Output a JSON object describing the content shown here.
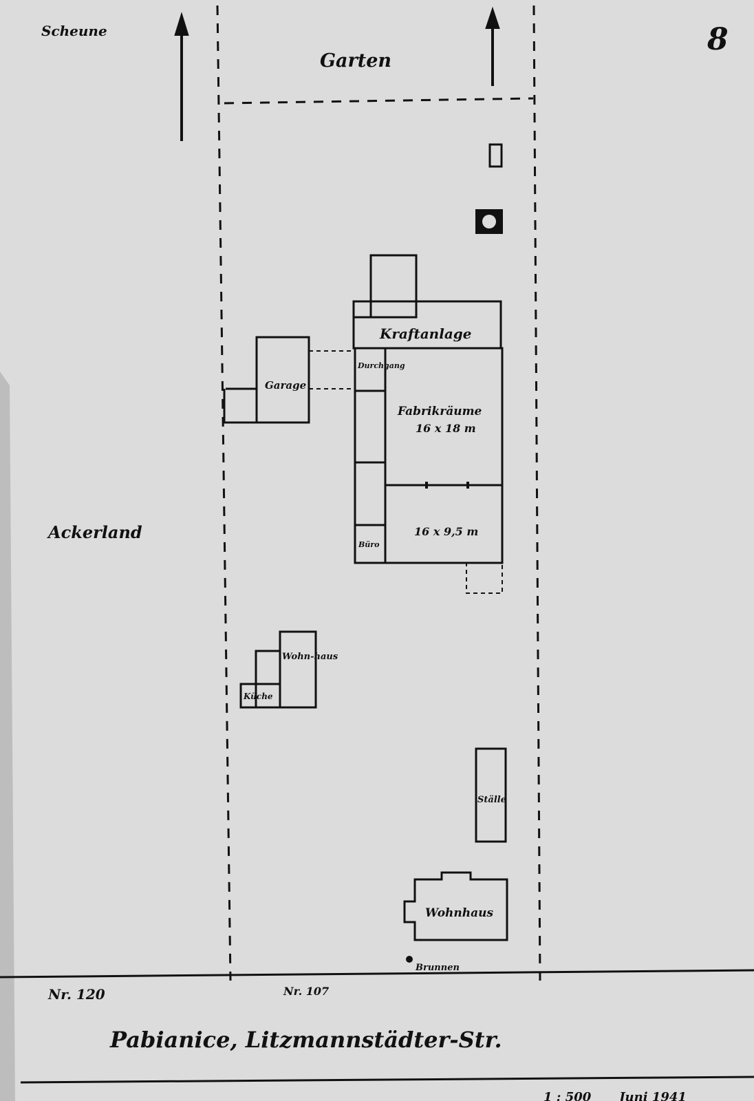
{
  "page_number": "8",
  "labels": {
    "top_left": "Scheune",
    "garden": "Garten",
    "power_plant": "Kraftanlage",
    "garage": "Garage",
    "gateway": "Durchgang",
    "factory_upper": "Fabrikräume",
    "factory_upper_dim": "16 x 18 m",
    "factory_lower_dim": "16 x 9,5 m",
    "office": "Büro",
    "field": "Ackerland",
    "house_small": "Wohn-haus",
    "kitchen": "Küche",
    "stable": "Ställe",
    "house_main": "Wohnhaus",
    "well": "Brunnen",
    "lot_left": "Nr. 120",
    "lot_right": "Nr. 107",
    "location": "Pabianice, Litzmannstädter-Str.",
    "scale": "1 : 500",
    "date": "Juni 1941"
  },
  "colors": {
    "paper": "#dcdcdc",
    "ink": "#111111",
    "hatch": "#555555"
  }
}
